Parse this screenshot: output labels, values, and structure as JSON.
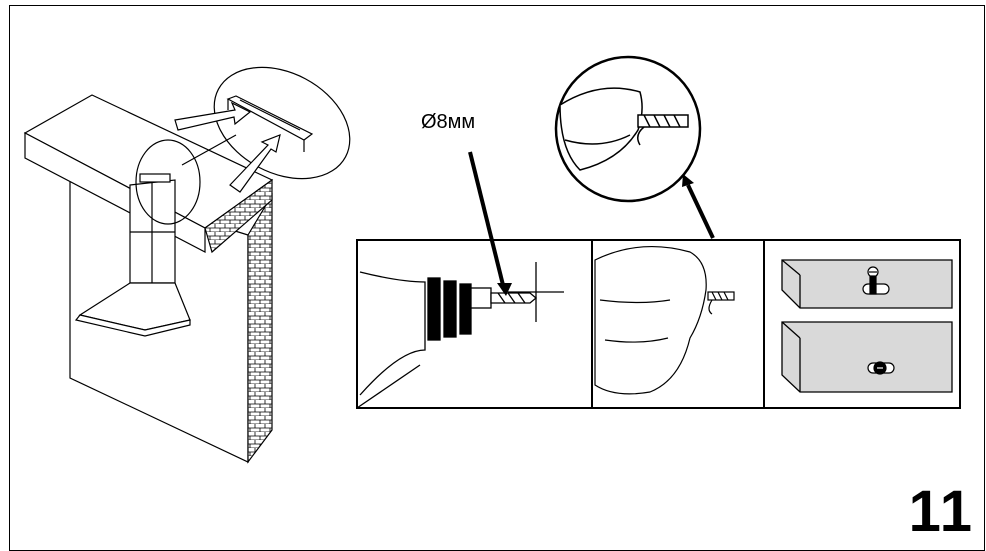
{
  "labels": {
    "drill_size": "Ø8мм",
    "page_number": "11"
  },
  "colors": {
    "line": "#000000",
    "panel_fill": "#ffffff",
    "bracket_fill": "#d9d9d9"
  },
  "icons": [
    "cabinet-hood-illustration",
    "drill-icon",
    "hand-inserting-dowel-icon",
    "screw-icon",
    "screw-head-icon",
    "zoom-lens-icon"
  ]
}
